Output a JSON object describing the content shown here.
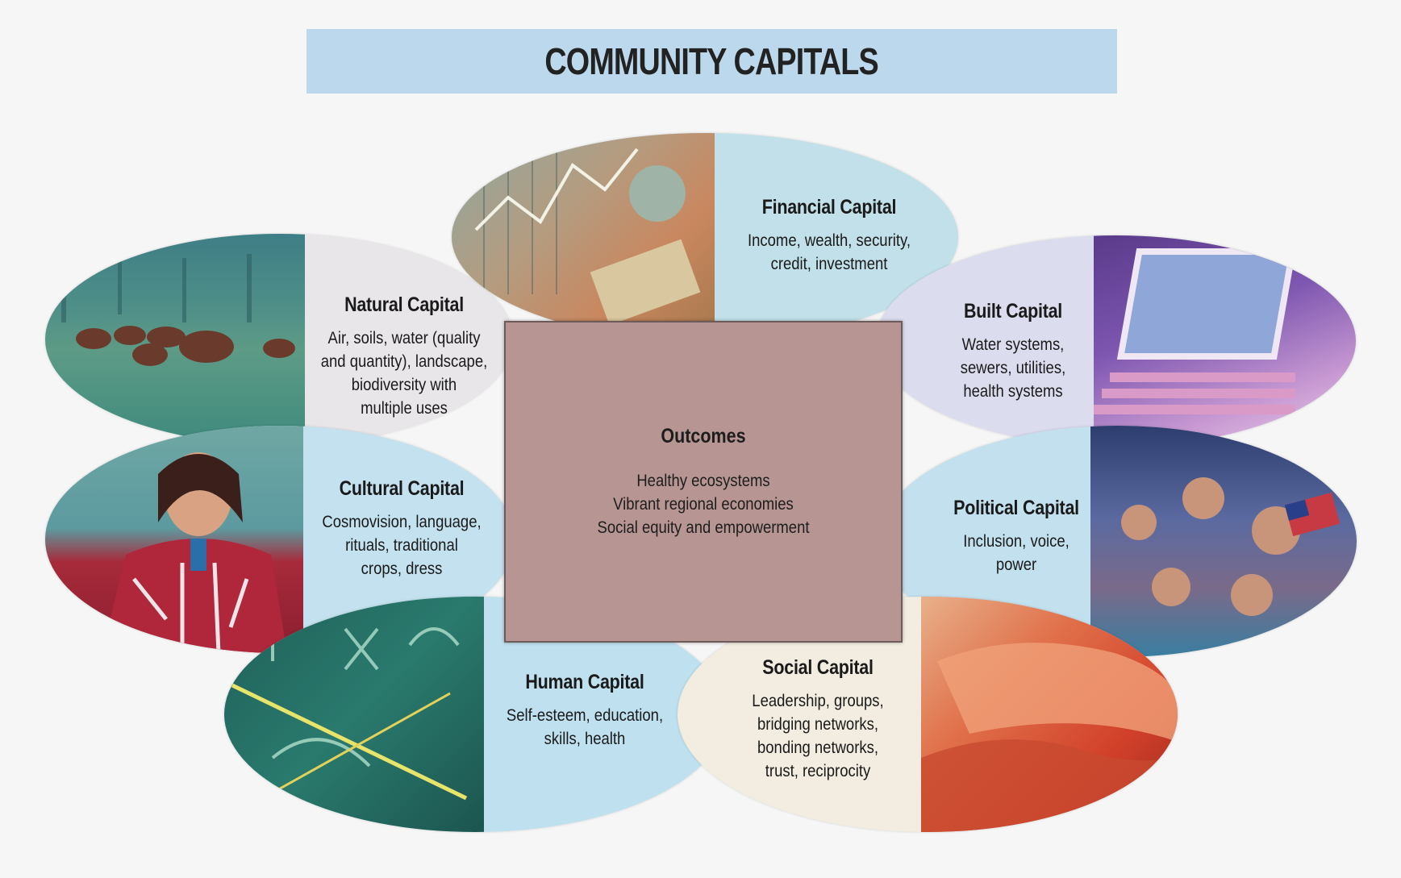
{
  "title": "COMMUNITY CAPITALS",
  "outcomes": {
    "heading": "Outcomes",
    "items": [
      "Healthy ecosystems",
      "Vibrant regional economies",
      "Social equity and empowerment"
    ]
  },
  "capitals": {
    "financial": {
      "heading": "Financial Capital",
      "lines": [
        "Income, wealth, security,",
        "credit, investment"
      ]
    },
    "natural": {
      "heading": "Natural Capital",
      "lines": [
        "Air, soils, water (quality",
        "and quantity), landscape,",
        "biodiversity with",
        "multiple uses"
      ]
    },
    "built": {
      "heading": "Built Capital",
      "lines": [
        "Water systems,",
        "sewers, utilities,",
        "health systems"
      ]
    },
    "cultural": {
      "heading": "Cultural Capital",
      "lines": [
        "Cosmovision, language,",
        "rituals, traditional",
        "crops, dress"
      ]
    },
    "political": {
      "heading": "Political Capital",
      "lines": [
        "Inclusion, voice,",
        "power"
      ]
    },
    "human": {
      "heading": "Human Capital",
      "lines": [
        "Self-esteem, education,",
        "skills, health"
      ]
    },
    "social": {
      "heading": "Social Capital",
      "lines": [
        "Leadership, groups,",
        "bridging networks,",
        "bonding networks,",
        "trust, reciprocity"
      ]
    }
  },
  "colors": {
    "title_bar": "#bcd8ec",
    "outcomes_box": "#b69592",
    "petal_blue": "#bfe0ec",
    "petal_lavender": "#d8d8ee",
    "petal_cream": "#f2ede0"
  }
}
